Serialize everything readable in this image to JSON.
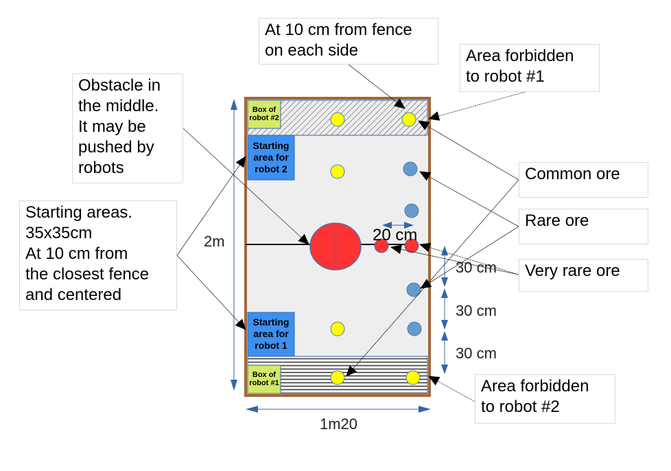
{
  "title": "Robot competition field layout",
  "field": {
    "width_label": "1m20",
    "height_label": "2m",
    "colors": {
      "fence": "#a0673a",
      "floor": "#eeeeee",
      "box": "#d4e96b",
      "start_area": "#3d8ff0",
      "common_ore": "#ffff00",
      "rare_ore": "#6699cc",
      "very_rare_ore": "#ff3333",
      "dimension": "#3366aa"
    },
    "box_robot2_label": "Box of robot #2",
    "box_robot1_label": "Box of robot #1",
    "start_robot2_label": "Starting area for robot 2",
    "start_robot1_label": "Starting area for robot 1"
  },
  "dimensions": {
    "ore_spacing": "20 cm",
    "gap1": "30 cm",
    "gap2": "30 cm",
    "gap3": "30 cm"
  },
  "callouts": {
    "fence_distance": "At 10 cm from fence\non each side",
    "forbidden_robot1": "Area forbidden\nto robot #1",
    "obstacle": "Obstacle in\nthe middle.\nIt may be\npushed by\nrobots",
    "starting_areas": "Starting areas.\n35x35cm\nAt 10 cm from\nthe closest fence\nand centered",
    "common_ore": "Common ore",
    "rare_ore": "Rare ore",
    "very_rare_ore": "Very rare ore",
    "forbidden_robot2": "Area forbidden\nto robot #2"
  }
}
